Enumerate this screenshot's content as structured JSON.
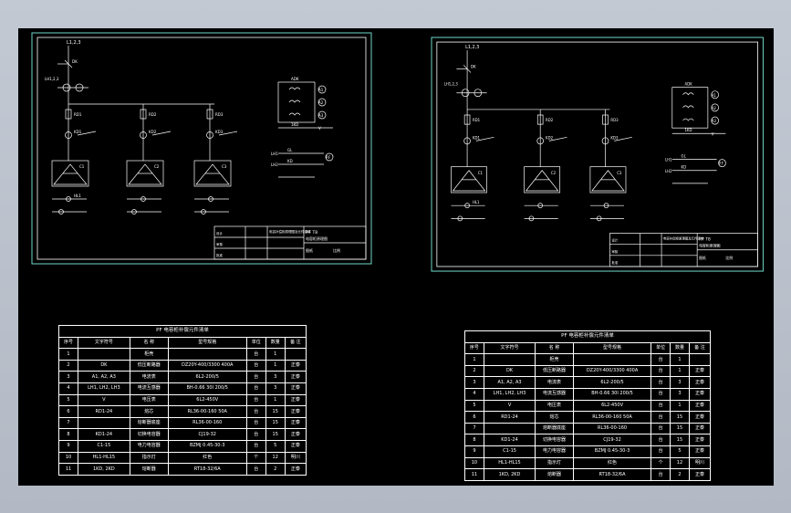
{
  "sheets": [
    {
      "labels": {
        "incoming": "L1,2,3",
        "d1": "DK",
        "ct": "LH1,2,3",
        "rd1": "RD1",
        "rd2": "RD2",
        "rd3": "RD3",
        "k1": "KD1",
        "k2": "KD2",
        "k3": "KD3",
        "c1": "C1",
        "c2": "C2",
        "c3": "C3",
        "a1": "A1",
        "a2": "A2",
        "a3": "A3",
        "hl": "HL1",
        "v": "V",
        "pf": "P.F",
        "l1": "LH1",
        "l2": "LH2",
        "gl": "GL",
        "kd": "KD",
        "fn1": "ADK",
        "fn2": "1KD"
      },
      "title_block": {
        "company": "P.F T8",
        "name": "电容柜原理图",
        "project": "电容补偿柜原理图及元件清单",
        "drawing": "图纸",
        "scale": "比例",
        "rows": [
          "设计",
          "审核",
          "批准"
        ]
      }
    },
    {
      "labels": {
        "incoming": "L1,2,3",
        "d1": "DK",
        "ct": "LH1,2,3",
        "rd1": "RD1",
        "rd2": "RD2",
        "rd3": "RD3",
        "k1": "KD1",
        "k2": "KD2",
        "k3": "KD3",
        "c1": "C1",
        "c2": "C2",
        "c3": "C3",
        "a1": "A1",
        "a2": "A2",
        "a3": "A3",
        "hl": "HL1",
        "v": "V",
        "pf": "P.F",
        "l1": "LH1",
        "l2": "LH2",
        "gl": "GL",
        "kd": "KD",
        "fn1": "ADK",
        "fn2": "1KD"
      },
      "title_block": {
        "company": "P.F T8",
        "name": "电容柜原理图",
        "project": "电容补偿柜原理图及元件清单",
        "drawing": "图纸",
        "scale": "比例",
        "rows": [
          "设计",
          "审核",
          "批准"
        ]
      }
    }
  ],
  "bom": {
    "title": "PF 电容柜补偿元件清单",
    "headers": [
      "序号",
      "文字符号",
      "名 称",
      "型号规格",
      "单位",
      "数量",
      "备 注"
    ],
    "rows": [
      [
        "1",
        "",
        "柜壳",
        "",
        "台",
        "1",
        ""
      ],
      [
        "2",
        "DK",
        "低压断路器",
        "DZ20Y-400/3300 400A",
        "台",
        "1",
        "正泰"
      ],
      [
        "3",
        "A1, A2, A3",
        "电流表",
        "6L2-200/5",
        "台",
        "3",
        "正泰"
      ],
      [
        "4",
        "LH1, LH2, LH3",
        "电流互感器",
        "BH-0.66 30I 200/5",
        "台",
        "3",
        "正泰"
      ],
      [
        "5",
        "V",
        "电压表",
        "6L2-450V",
        "台",
        "1",
        "正泰"
      ],
      [
        "6",
        "RD1-24",
        "熔芯",
        "RL36-00-160 50A",
        "台",
        "15",
        "正泰"
      ],
      [
        "7",
        "",
        "熔断器底座",
        "RL36-00-160",
        "台",
        "15",
        "正泰"
      ],
      [
        "8",
        "KD1-24",
        "切换电容器",
        "CJ19-32",
        "台",
        "15",
        "正泰"
      ],
      [
        "9",
        "C1-15",
        "电力电容器",
        "BZMJ 0.45-30-3",
        "台",
        "5",
        "正泰"
      ],
      [
        "10",
        "HL1-HL15",
        "指示灯",
        "红色",
        "个",
        "12",
        "明川"
      ],
      [
        "11",
        "1KD, 2KD",
        "熔断器",
        "RT18-32/6A",
        "台",
        "2",
        "正泰"
      ]
    ]
  }
}
